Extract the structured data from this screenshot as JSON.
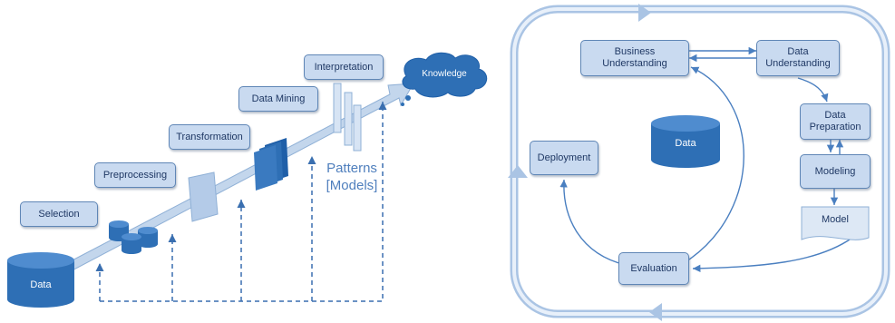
{
  "kdd": {
    "data_label": "Data",
    "stages": {
      "selection": "Selection",
      "preprocessing": "Preprocessing",
      "transformation": "Transformation",
      "data_mining": "Data Mining",
      "interpretation": "Interpretation"
    },
    "knowledge_label": "Knowledge",
    "patterns_line1": "Patterns",
    "patterns_line2": "[Models]"
  },
  "crisp": {
    "business_understanding": "Business Understanding",
    "data_understanding": "Data Understanding",
    "data_preparation": "Data Preparation",
    "modeling": "Modeling",
    "model": "Model",
    "deployment": "Deployment",
    "evaluation": "Evaluation",
    "data_label": "Data"
  },
  "colors": {
    "box_fill": "#c9daf0",
    "box_border": "#5f86b6",
    "cylinder_blue": "#2e6fb5",
    "arrow_light": "#bed4ec",
    "line_blue": "#4a7fc0",
    "text_dark": "#1f3864"
  }
}
